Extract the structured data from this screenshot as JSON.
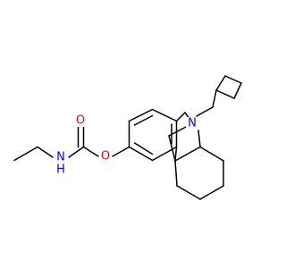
{
  "atoms": {
    "N_ring": {
      "text": "N",
      "color": "#0000ff"
    },
    "N_carbamate": {
      "text": "N",
      "color": "#0000ff"
    },
    "H_carbamate": {
      "text": "H",
      "color": "#0000ff"
    },
    "O_ester": {
      "text": "O",
      "color": "#ff0000"
    },
    "O_carbonyl": {
      "text": "O",
      "color": "#ff0000"
    }
  }
}
